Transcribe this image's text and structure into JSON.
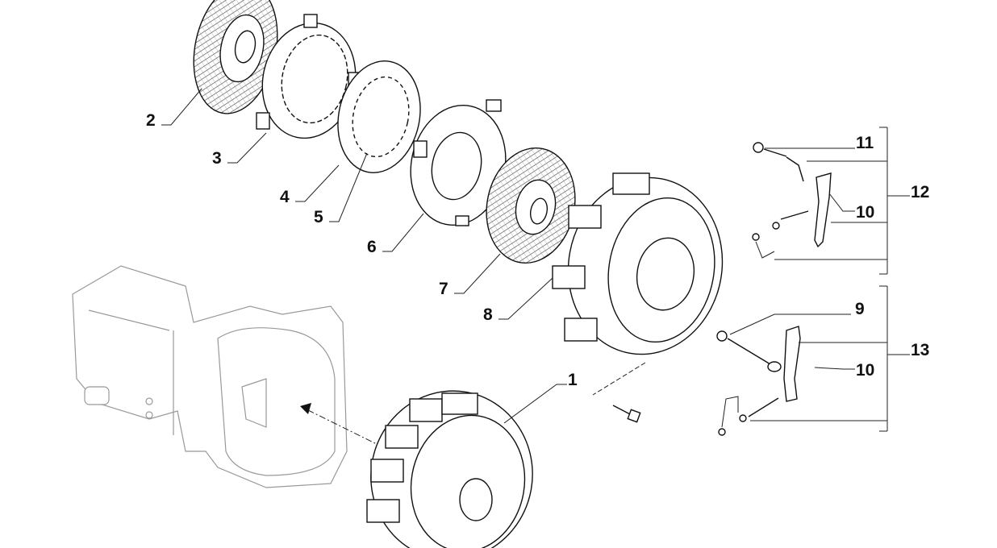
{
  "diagram": {
    "type": "exploded-parts-view",
    "callouts": [
      {
        "id": "c2",
        "label": "2"
      },
      {
        "id": "c3",
        "label": "3"
      },
      {
        "id": "c4",
        "label": "4"
      },
      {
        "id": "c5",
        "label": "5"
      },
      {
        "id": "c6",
        "label": "6"
      },
      {
        "id": "c7",
        "label": "7"
      },
      {
        "id": "c8",
        "label": "8"
      },
      {
        "id": "c1",
        "label": "1"
      },
      {
        "id": "c11",
        "label": "11"
      },
      {
        "id": "c10a",
        "label": "10"
      },
      {
        "id": "c12",
        "label": "12"
      },
      {
        "id": "c9",
        "label": "9"
      },
      {
        "id": "c13",
        "label": "13"
      },
      {
        "id": "c10b",
        "label": "10"
      }
    ]
  }
}
